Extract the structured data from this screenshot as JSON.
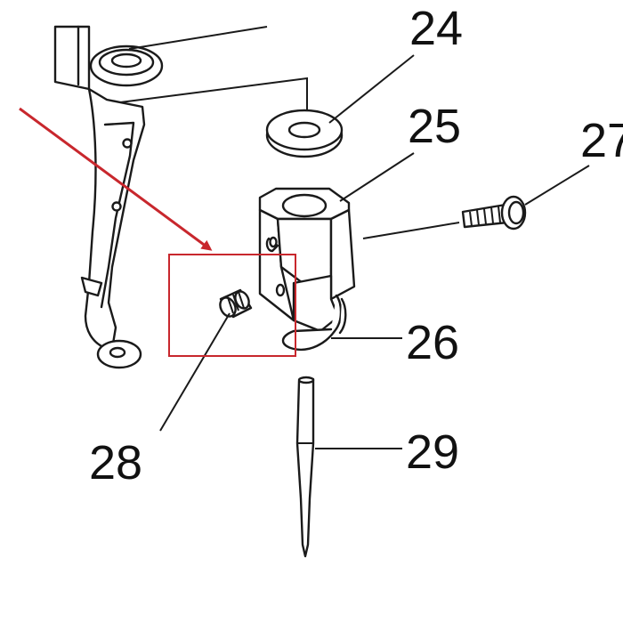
{
  "part_labels": {
    "p24": "24",
    "p25": "25",
    "p26": "26",
    "p27": "27",
    "p28": "28",
    "p29": "29"
  },
  "highlight": {
    "color": "#c8272d",
    "target_part": "28"
  },
  "colors": {
    "line_art": "#1a1a1a",
    "background": "#ffffff"
  }
}
